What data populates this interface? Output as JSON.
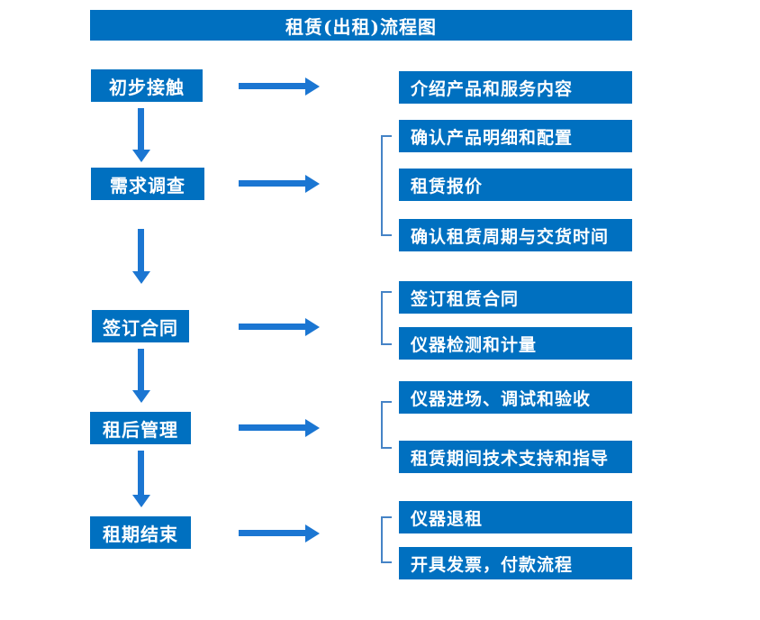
{
  "title": "租赁(出租)流程图",
  "colors": {
    "primary_blue": "#0070C0",
    "arrow_blue": "#1B76D2",
    "bracket_blue": "#4583C6",
    "text_white": "#FFFFFF",
    "background": "#FFFFFF"
  },
  "steps": [
    {
      "label": "初步接触",
      "details": [
        "介绍产品和服务内容"
      ]
    },
    {
      "label": "需求调查",
      "details": [
        "确认产品明细和配置",
        "租赁报价",
        "确认租赁周期与交货时间"
      ]
    },
    {
      "label": "签订合同",
      "details": [
        "签订租赁合同",
        "仪器检测和计量"
      ]
    },
    {
      "label": "租后管理",
      "details": [
        "仪器进场、调试和验收",
        "租赁期间技术支持和指导"
      ]
    },
    {
      "label": "租期结束",
      "details": [
        "仪器退租",
        "开具发票，付款流程"
      ]
    }
  ]
}
